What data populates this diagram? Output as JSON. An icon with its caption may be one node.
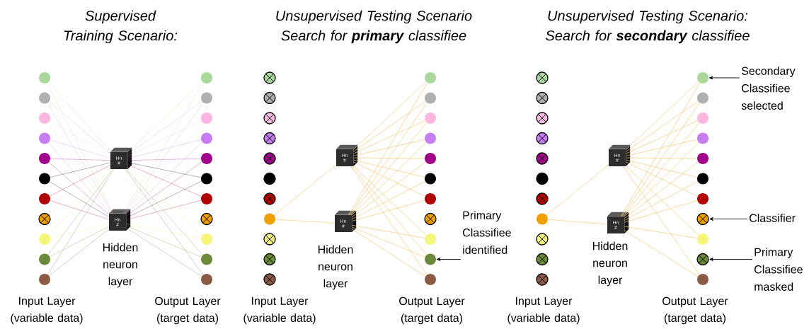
{
  "diagram": {
    "nodes": [
      {
        "text": [],
        "shape": "circle"
      },
      {
        "text": [],
        "shape": "circle"
      },
      {
        "text": [],
        "shape": "circle"
      },
      {
        "text": [],
        "shape": "circle"
      },
      {
        "text": [],
        "shape": "circle"
      },
      {
        "text": [],
        "shape": "circle"
      },
      {
        "text": [],
        "shape": "circle"
      },
      {
        "text": [],
        "shape": "circle"
      },
      {
        "text": [],
        "shape": "circle"
      },
      {
        "text": [],
        "shape": "circle"
      },
      {
        "text": [],
        "shape": "circle"
      },
      {
        "text": [
          "Hn #"
        ]
      },
      {
        "text": [
          "Hn #"
        ]
      },
      {
        "text": [],
        "shape": "circle"
      },
      {
        "text": [],
        "shape": "circle"
      },
      {
        "text": [],
        "shape": "circle"
      },
      {
        "text": [],
        "shape": "circle"
      },
      {
        "text": [],
        "shape": "circle"
      },
      {
        "text": [],
        "shape": "circle"
      },
      {
        "text": [],
        "shape": "circle"
      },
      {
        "text": [],
        "shape": "circle"
      },
      {
        "text": [],
        "shape": "circle"
      },
      {
        "text": [],
        "shape": "circle"
      },
      {
        "text": [],
        "shape": "circle"
      },
      {
        "text": [],
        "shape": "circle"
      },
      {
        "text": [],
        "shape": "circle"
      },
      {
        "text": [],
        "shape": "circle"
      },
      {
        "text": [],
        "shape": "circle"
      },
      {
        "text": [],
        "shape": "circle"
      },
      {
        "text": [],
        "shape": "circle"
      },
      {
        "text": [],
        "shape": "circle"
      },
      {
        "text": [],
        "shape": "circle"
      },
      {
        "text": [],
        "shape": "circle"
      },
      {
        "text": [],
        "shape": "circle"
      },
      {
        "text": [],
        "shape": "circle"
      },
      {
        "text": [
          "Hn #"
        ]
      },
      {
        "text": [
          "Hn #"
        ]
      },
      {
        "text": [],
        "shape": "circle"
      },
      {
        "text": [],
        "shape": "circle"
      },
      {
        "text": [],
        "shape": "circle"
      },
      {
        "text": [],
        "shape": "circle"
      },
      {
        "text": [],
        "shape": "circle"
      },
      {
        "text": [],
        "shape": "circle"
      },
      {
        "text": [],
        "shape": "circle"
      },
      {
        "text": [],
        "shape": "circle"
      },
      {
        "text": [],
        "shape": "circle"
      },
      {
        "text": [],
        "shape": "circle"
      },
      {
        "text": [],
        "shape": "circle"
      },
      {
        "text": [],
        "shape": "circle"
      },
      {
        "text": [],
        "shape": "circle"
      },
      {
        "text": [],
        "shape": "circle"
      },
      {
        "text": [],
        "shape": "circle"
      },
      {
        "text": [],
        "shape": "circle"
      },
      {
        "text": [],
        "shape": "circle"
      },
      {
        "text": [],
        "shape": "circle"
      },
      {
        "text": [],
        "shape": "circle"
      },
      {
        "text": [],
        "shape": "circle"
      },
      {
        "text": [],
        "shape": "circle"
      },
      {
        "text": [],
        "shape": "circle"
      },
      {
        "text": [
          "Hn #"
        ]
      },
      {
        "text": [
          "Hn #"
        ]
      },
      {
        "text": [],
        "shape": "circle"
      },
      {
        "text": [],
        "shape": "circle"
      },
      {
        "text": [],
        "shape": "circle"
      },
      {
        "text": [],
        "shape": "circle"
      },
      {
        "text": [],
        "shape": "circle"
      },
      {
        "text": [],
        "shape": "circle"
      },
      {
        "text": [],
        "shape": "circle"
      },
      {
        "text": [],
        "shape": "circle"
      },
      {
        "text": [],
        "shape": "circle"
      },
      {
        "text": [],
        "shape": "circle"
      },
      {
        "text": [],
        "shape": "circle"
      },
      {
        "text": [
          "Primary Classifiee identified"
        ]
      },
      {
        "text": [
          "Secondary Classifiee selected"
        ]
      },
      {
        "text": [
          "Classifier"
        ]
      },
      {
        "text": [
          "Primary Classifiee masked"
        ]
      }
    ],
    "edges": [
      {
        "from": 0,
        "to": 11,
        "arrow": "none",
        "color": "#a8d89a"
      },
      {
        "from": 0,
        "to": 12,
        "arrow": "none",
        "color": "#a8d89a"
      },
      {
        "from": 1,
        "to": 11,
        "arrow": "none",
        "color": "#b0b0b0"
      },
      {
        "from": 1,
        "to": 12,
        "arrow": "none",
        "color": "#b0b0b0"
      },
      {
        "from": 2,
        "to": 11,
        "arrow": "none",
        "color": "#ffb6e1"
      },
      {
        "from": 2,
        "to": 12,
        "arrow": "none",
        "color": "#ffb6e1"
      },
      {
        "from": 3,
        "to": 11,
        "arrow": "none",
        "color": "#c77df2"
      },
      {
        "from": 3,
        "to": 12,
        "arrow": "none",
        "color": "#c77df2"
      },
      {
        "from": 4,
        "to": 11,
        "arrow": "none",
        "color": "#a0008a"
      },
      {
        "from": 4,
        "to": 12,
        "arrow": "none",
        "color": "#a0008a"
      },
      {
        "from": 5,
        "to": 11,
        "arrow": "none",
        "color": "#000000"
      },
      {
        "from": 5,
        "to": 12,
        "arrow": "none",
        "color": "#000000"
      },
      {
        "from": 6,
        "to": 11,
        "arrow": "none",
        "color": "#b00000"
      },
      {
        "from": 6,
        "to": 12,
        "arrow": "none",
        "color": "#b00000"
      },
      {
        "from": 8,
        "to": 11,
        "arrow": "none",
        "color": "#f5f57a"
      },
      {
        "from": 8,
        "to": 12,
        "arrow": "none",
        "color": "#f5f57a"
      },
      {
        "from": 9,
        "to": 11,
        "arrow": "none",
        "color": "#6b8a3a"
      },
      {
        "from": 9,
        "to": 12,
        "arrow": "none",
        "color": "#6b8a3a"
      },
      {
        "from": 10,
        "to": 11,
        "arrow": "none",
        "color": "#8b5a44"
      },
      {
        "from": 10,
        "to": 12,
        "arrow": "none",
        "color": "#8b5a44"
      },
      {
        "from": 11,
        "to": 13,
        "arrow": "none",
        "color": "#a8d89a"
      },
      {
        "from": 12,
        "to": 13,
        "arrow": "none",
        "color": "#a8d89a"
      },
      {
        "from": 11,
        "to": 14,
        "arrow": "none",
        "color": "#b0b0b0"
      },
      {
        "from": 12,
        "to": 14,
        "arrow": "none",
        "color": "#b0b0b0"
      },
      {
        "from": 11,
        "to": 15,
        "arrow": "none",
        "color": "#ffb6e1"
      },
      {
        "from": 12,
        "to": 15,
        "arrow": "none",
        "color": "#ffb6e1"
      },
      {
        "from": 11,
        "to": 16,
        "arrow": "none",
        "color": "#c77df2"
      },
      {
        "from": 12,
        "to": 16,
        "arrow": "none",
        "color": "#c77df2"
      },
      {
        "from": 11,
        "to": 17,
        "arrow": "none",
        "color": "#a0008a"
      },
      {
        "from": 12,
        "to": 17,
        "arrow": "none",
        "color": "#a0008a"
      },
      {
        "from": 11,
        "to": 18,
        "arrow": "none",
        "color": "#000000"
      },
      {
        "from": 12,
        "to": 18,
        "arrow": "none",
        "color": "#000000"
      },
      {
        "from": 11,
        "to": 19,
        "arrow": "none",
        "color": "#b00000"
      },
      {
        "from": 12,
        "to": 19,
        "arrow": "none",
        "color": "#b00000"
      },
      {
        "from": 11,
        "to": 21,
        "arrow": "none",
        "color": "#f5f57a"
      },
      {
        "from": 12,
        "to": 21,
        "arrow": "none",
        "color": "#f5f57a"
      },
      {
        "from": 11,
        "to": 22,
        "arrow": "none",
        "color": "#6b8a3a"
      },
      {
        "from": 12,
        "to": 22,
        "arrow": "none",
        "color": "#6b8a3a"
      },
      {
        "from": 11,
        "to": 23,
        "arrow": "none",
        "color": "#8b5a44"
      },
      {
        "from": 12,
        "to": 23,
        "arrow": "none",
        "color": "#8b5a44"
      },
      {
        "from": 31,
        "to": 35,
        "arrow": "none"
      },
      {
        "from": 31,
        "to": 36,
        "arrow": "none"
      },
      {
        "from": 35,
        "to": 37,
        "arrow": "none"
      },
      {
        "from": 36,
        "to": 37,
        "arrow": "none"
      },
      {
        "from": 35,
        "to": 38,
        "arrow": "none"
      },
      {
        "from": 36,
        "to": 38,
        "arrow": "none"
      },
      {
        "from": 35,
        "to": 39,
        "arrow": "none"
      },
      {
        "from": 36,
        "to": 39,
        "arrow": "none"
      },
      {
        "from": 35,
        "to": 40,
        "arrow": "none"
      },
      {
        "from": 36,
        "to": 40,
        "arrow": "none"
      },
      {
        "from": 35,
        "to": 41,
        "arrow": "none"
      },
      {
        "from": 36,
        "to": 41,
        "arrow": "none"
      },
      {
        "from": 35,
        "to": 42,
        "arrow": "none"
      },
      {
        "from": 36,
        "to": 42,
        "arrow": "none"
      },
      {
        "from": 35,
        "to": 43,
        "arrow": "none"
      },
      {
        "from": 36,
        "to": 43,
        "arrow": "none"
      },
      {
        "from": 35,
        "to": 45,
        "arrow": "none"
      },
      {
        "from": 36,
        "to": 45,
        "arrow": "none"
      },
      {
        "from": 35,
        "to": 46,
        "arrow": "none"
      },
      {
        "from": 36,
        "to": 46,
        "arrow": "none"
      },
      {
        "from": 35,
        "to": 47,
        "arrow": "none"
      },
      {
        "from": 36,
        "to": 47,
        "arrow": "none"
      },
      {
        "from": 55,
        "to": 59,
        "arrow": "none"
      },
      {
        "from": 55,
        "to": 60,
        "arrow": "none"
      },
      {
        "from": 59,
        "to": 61,
        "arrow": "none"
      },
      {
        "from": 60,
        "to": 61,
        "arrow": "none"
      },
      {
        "from": 59,
        "to": 62,
        "arrow": "none"
      },
      {
        "from": 60,
        "to": 62,
        "arrow": "none"
      },
      {
        "from": 59,
        "to": 63,
        "arrow": "none"
      },
      {
        "from": 60,
        "to": 63,
        "arrow": "none"
      },
      {
        "from": 59,
        "to": 64,
        "arrow": "none"
      },
      {
        "from": 60,
        "to": 64,
        "arrow": "none"
      },
      {
        "from": 59,
        "to": 65,
        "arrow": "none"
      },
      {
        "from": 60,
        "to": 65,
        "arrow": "none"
      },
      {
        "from": 59,
        "to": 66,
        "arrow": "none"
      },
      {
        "from": 60,
        "to": 66,
        "arrow": "none"
      },
      {
        "from": 59,
        "to": 67,
        "arrow": "none"
      },
      {
        "from": 60,
        "to": 67,
        "arrow": "none"
      },
      {
        "from": 59,
        "to": 69,
        "arrow": "none"
      },
      {
        "from": 60,
        "to": 69,
        "arrow": "none"
      },
      {
        "from": 59,
        "to": 71,
        "arrow": "none"
      },
      {
        "from": 60,
        "to": 71,
        "arrow": "none"
      },
      {
        "from": 72,
        "to": 46,
        "arrow": "to",
        "color": "#000000"
      },
      {
        "from": 73,
        "to": 61,
        "arrow": "to",
        "color": "#000000"
      },
      {
        "from": 74,
        "to": 68,
        "arrow": "to",
        "color": "#000000"
      },
      {
        "from": 75,
        "to": 70,
        "arrow": "to",
        "color": "#000000"
      }
    ],
    "labels": [
      "Supervised Training Scenario:",
      "Unsupervised Testing Scenario Search for **primary** classifiee",
      "Unsupervised Testing Scenario: Search for **secondary** classifiee",
      "Hidden neuron layer",
      "Hidden neuron layer",
      "Hidden neuron layer",
      "Input Layer (variable data)",
      "Output Layer (target data)",
      "Input Layer (variable data)",
      "Output Layer (target data)",
      "Input Layer (variable data)",
      "Output Layer (target data)"
    ]
  }
}
